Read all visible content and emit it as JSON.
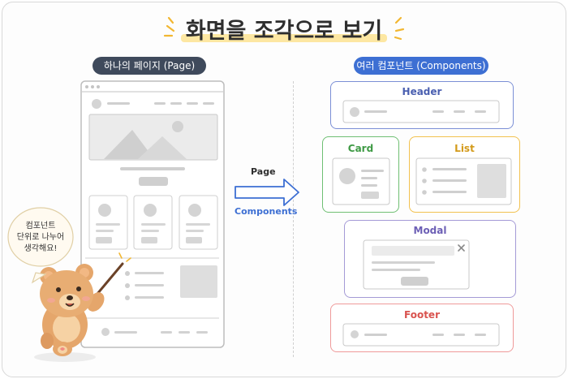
{
  "title": "화면을 조각으로 보기",
  "page_section": {
    "label": "하나의 페이지 (Page)"
  },
  "components_section": {
    "label": "여러 컴포넌트 (Components)"
  },
  "arrow": {
    "top_label": "Page",
    "bottom_label": "Components"
  },
  "components": {
    "header": "Header",
    "card": "Card",
    "list": "List",
    "modal": "Modal",
    "footer": "Footer"
  },
  "speech_bubble": {
    "line1": "컴포넌트",
    "line2": "단위로 나누어",
    "line3": "생각해요!"
  },
  "colors": {
    "header": "#7b8fd6",
    "card": "#6fbf73",
    "list": "#f2c14e",
    "modal": "#a49ad6",
    "footer": "#ef9a9a",
    "arrow": "#3d6fd3",
    "highlight": "#fde7a2"
  }
}
